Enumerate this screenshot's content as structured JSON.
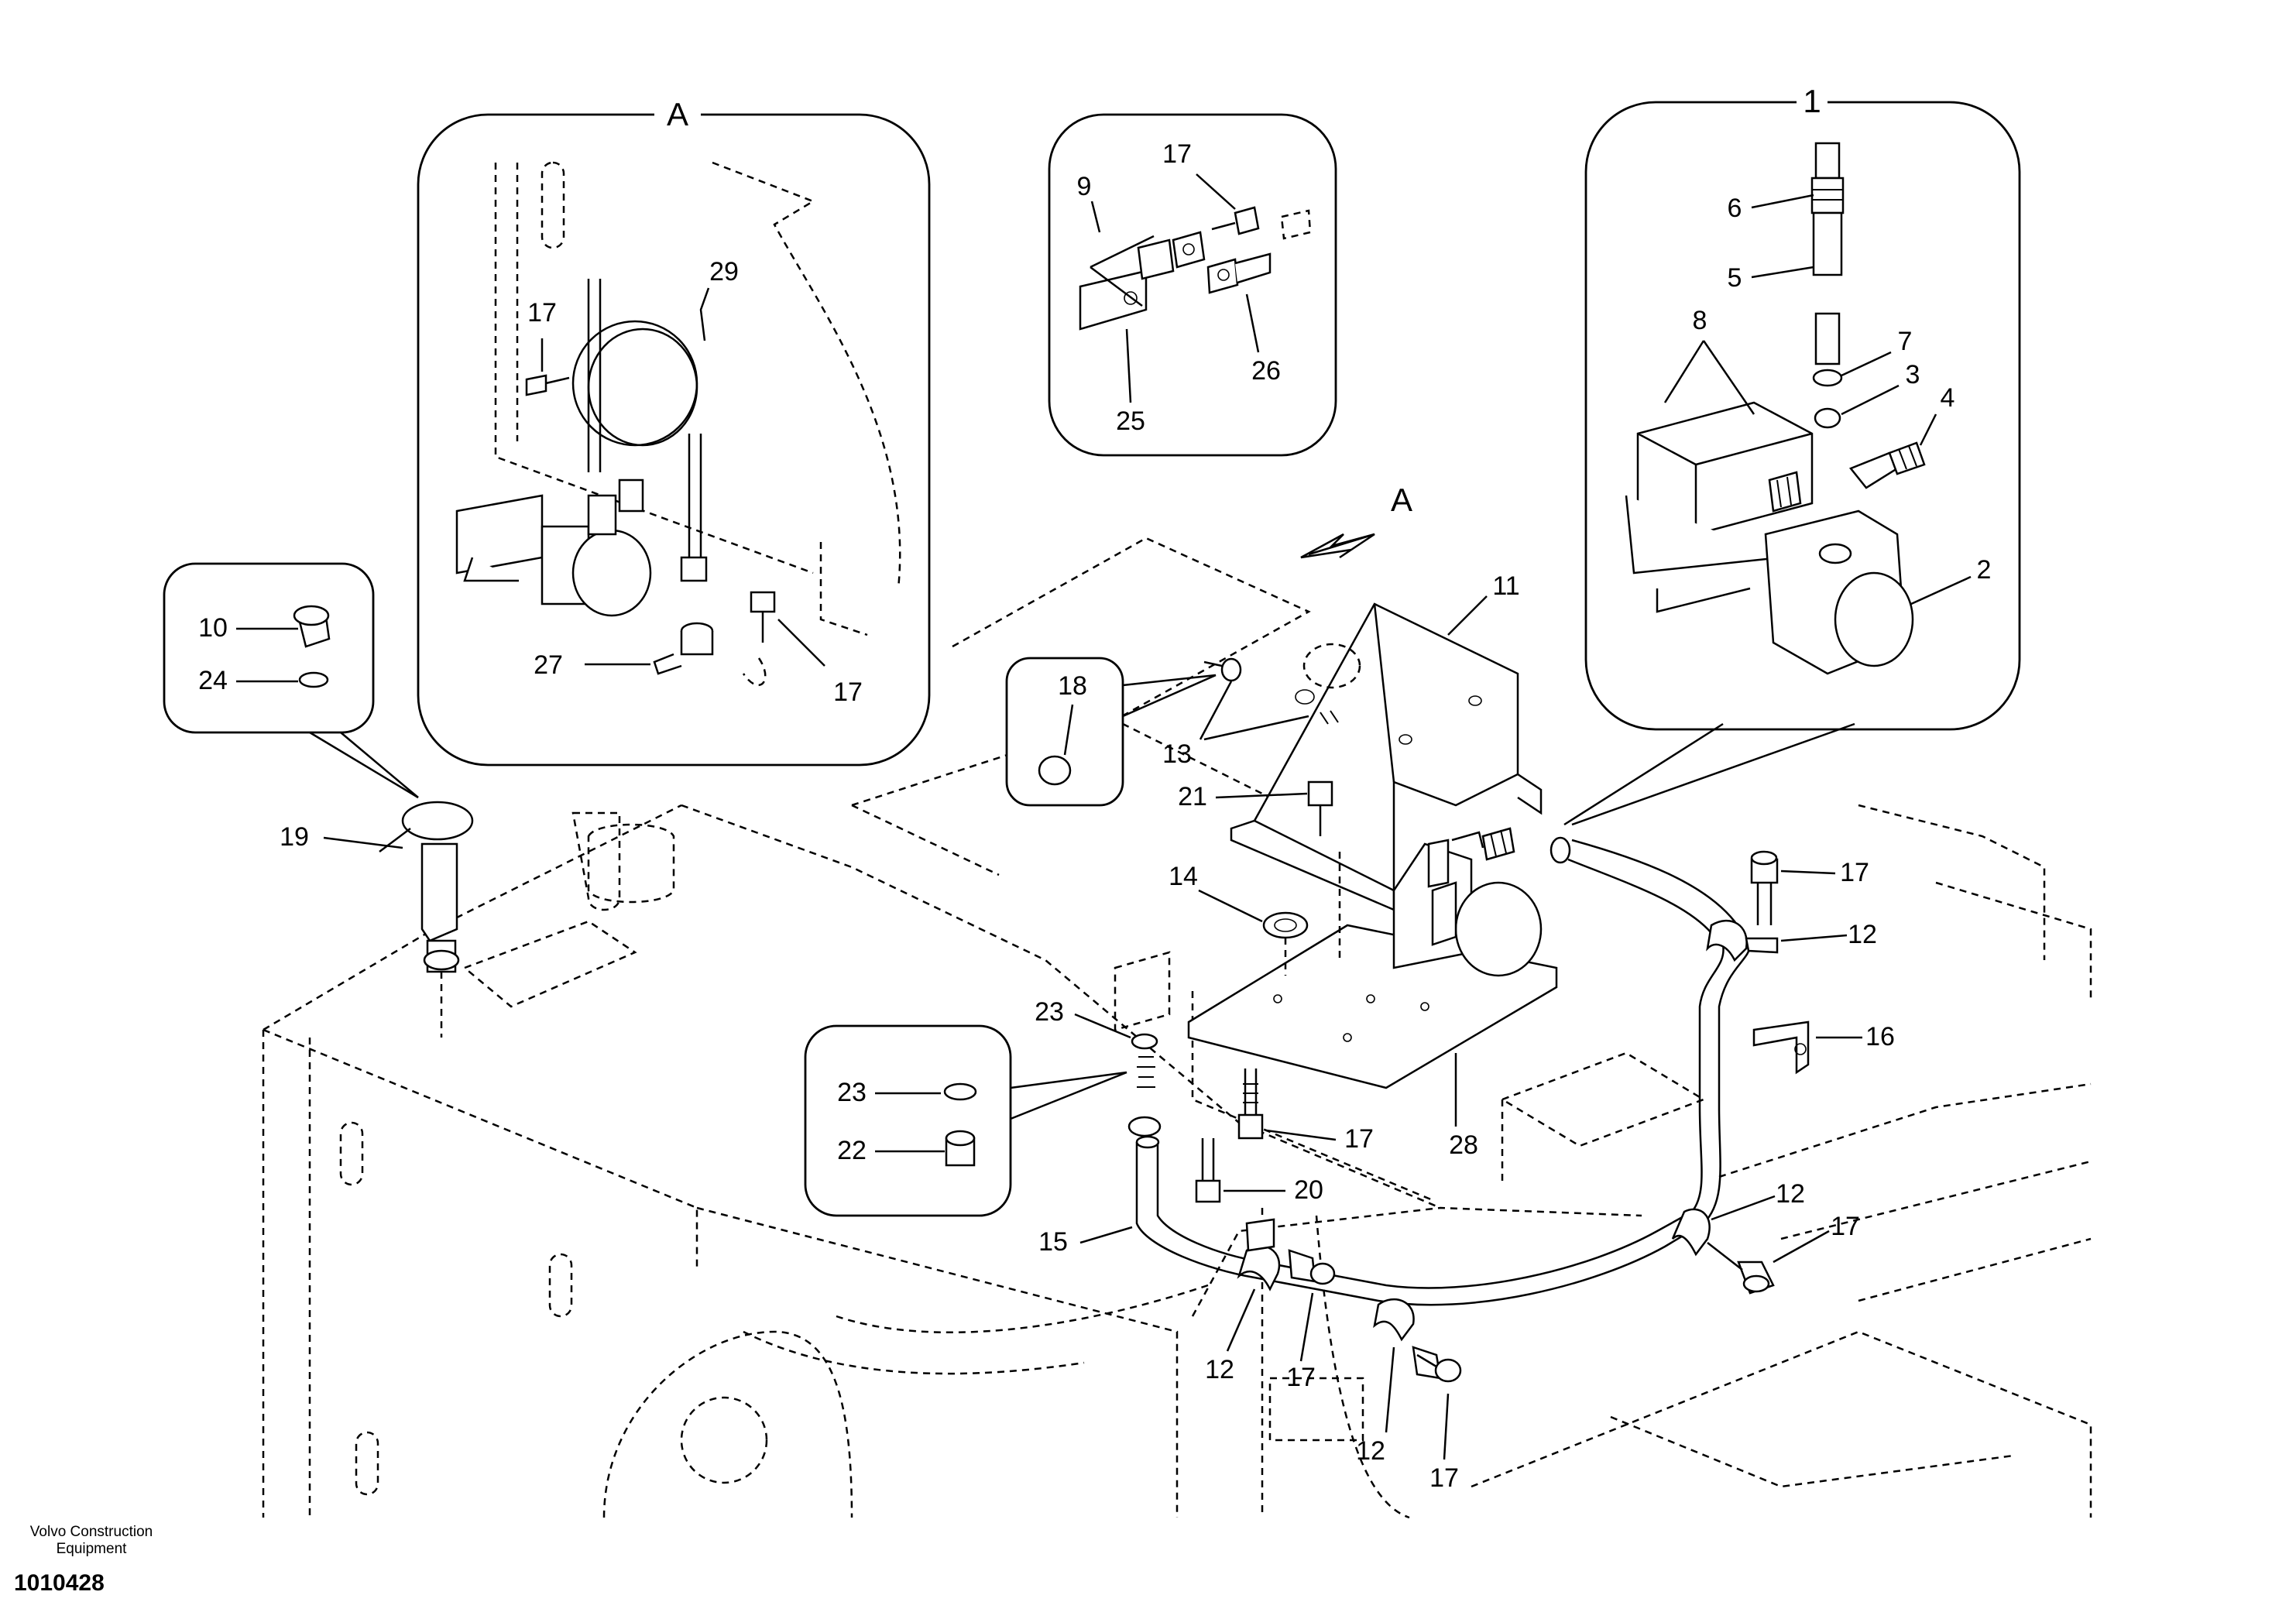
{
  "sections": {
    "detail_a": "A",
    "detail_1": "1",
    "view_arrow": "A"
  },
  "labels": {
    "n1": "1",
    "n2": "2",
    "n3": "3",
    "n4": "4",
    "n5": "5",
    "n6": "6",
    "n7": "7",
    "n8": "8",
    "n9": "9",
    "n10": "10",
    "n11": "11",
    "n12": "12",
    "n13": "13",
    "n14": "14",
    "n15": "15",
    "n16": "16",
    "n17": "17",
    "n18": "18",
    "n19": "19",
    "n20": "20",
    "n21": "21",
    "n22": "22",
    "n23": "23",
    "n24": "24",
    "n25": "25",
    "n26": "26",
    "n27": "27",
    "n28": "28",
    "n29": "29"
  },
  "footer": {
    "company_line1": "Volvo Construction",
    "company_line2": "Equipment",
    "drawing_id": "1010428"
  }
}
